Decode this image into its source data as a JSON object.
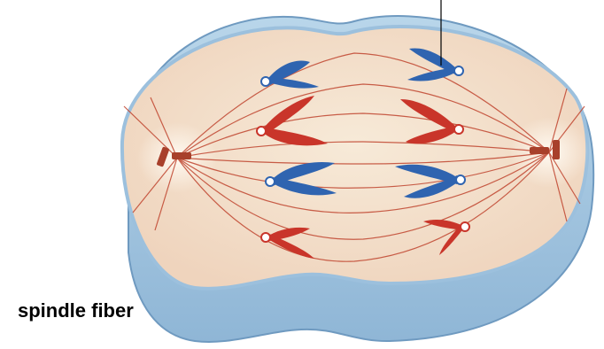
{
  "caption": "spindle fiber",
  "colors": {
    "membrane": "#a8c9e2",
    "membrane_edge": "#7fa8c9",
    "cytoplasm": "#f5e3cc",
    "spindle": "#c0452f",
    "maternal_chromosome": "#2f64b0",
    "paternal_chromosome": "#c9352a",
    "label_line": "#000000"
  },
  "chromosomes": [
    {
      "color": "blue",
      "side": "left"
    },
    {
      "color": "red",
      "side": "left"
    },
    {
      "color": "blue",
      "side": "left"
    },
    {
      "color": "red",
      "side": "left"
    },
    {
      "color": "blue",
      "side": "right"
    },
    {
      "color": "red",
      "side": "right"
    },
    {
      "color": "blue",
      "side": "right"
    },
    {
      "color": "red",
      "side": "right"
    }
  ],
  "centrioles": [
    {
      "side": "left"
    },
    {
      "side": "right"
    }
  ]
}
